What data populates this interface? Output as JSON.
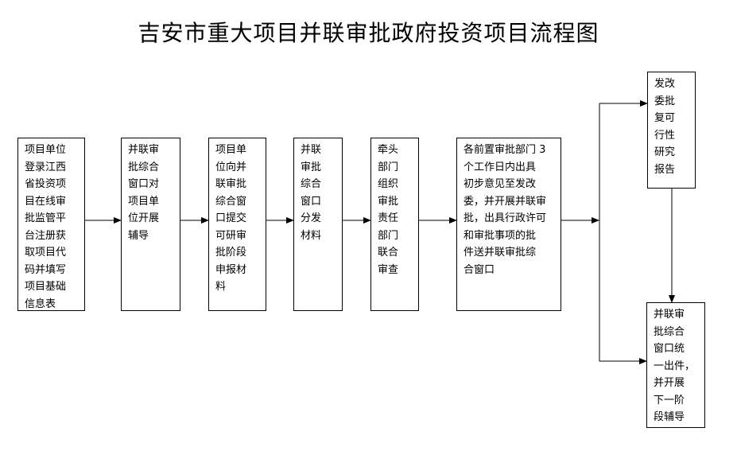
{
  "title": "吉安市重大项目并联审批政府投资项目流程图",
  "steps": [
    {
      "id": "step1",
      "text": "项目单位\n登录江西\n省投资项\n目在线审\n批监管平\n台注册获\n取项目代\n码并填写\n项目基础\n信息表"
    },
    {
      "id": "step2",
      "text": "并联审\n批综合\n窗口对\n项目单\n位开展\n辅导"
    },
    {
      "id": "step3",
      "text": "项目单\n位向并\n联审批\n综合窗\n口提交\n可研审\n批阶段\n申报材\n料"
    },
    {
      "id": "step4",
      "text": "并联\n审批\n综合\n窗口\n分发\n材料"
    },
    {
      "id": "step5",
      "text": "牵头\n部门\n组织\n审批\n责任\n部门\n联合\n审查"
    },
    {
      "id": "step6",
      "text": "各前置审批部门 3\n个工作日内出具\n初步意见至发改\n委，并开展并联审\n批，出具行政许可\n和审批事项的批\n件送并联审批综\n合窗口"
    },
    {
      "id": "step7",
      "text": "发改\n委批\n复可\n行性\n研究\n报告"
    },
    {
      "id": "step8",
      "text": "并联审\n批综合\n窗口统\n一出件，\n并开展\n下一阶\n段辅导"
    }
  ],
  "colors": {
    "line": "#000000",
    "box_border": "#000000",
    "background": "#ffffff"
  }
}
